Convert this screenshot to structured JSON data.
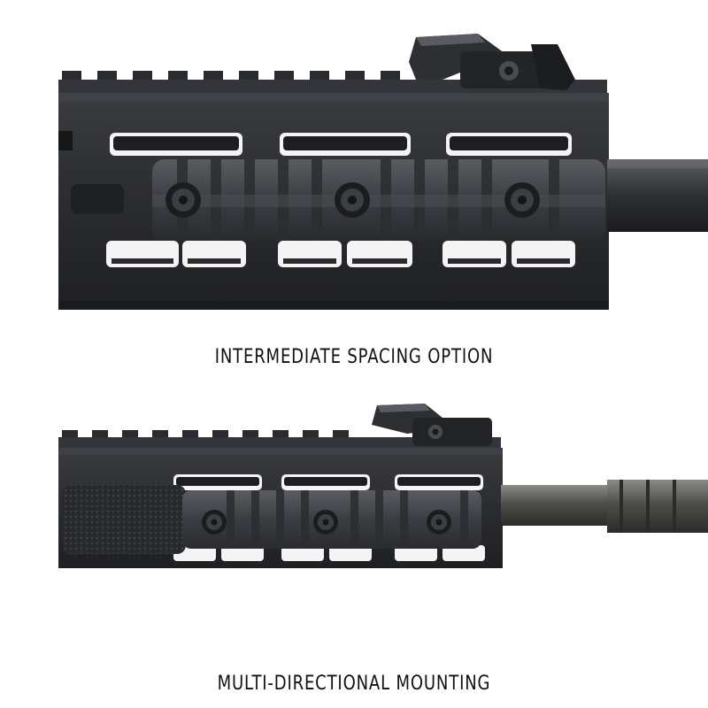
{
  "photos": [
    {
      "caption": "INTERMEDIATE SPACING OPTION",
      "subject": "handguard with rail section at intermediate spacing"
    },
    {
      "caption": "MULTI-DIRECTIONAL MOUNTING",
      "subject": "handguard with rail section and textured panel"
    }
  ],
  "colors": {
    "background": "#ffffff",
    "caption_text": "#111111",
    "metal_dark": "#2a2b2e",
    "metal_mid": "#3a3b3f",
    "metal_light": "#55575c",
    "slot": "#f4f4f4"
  }
}
